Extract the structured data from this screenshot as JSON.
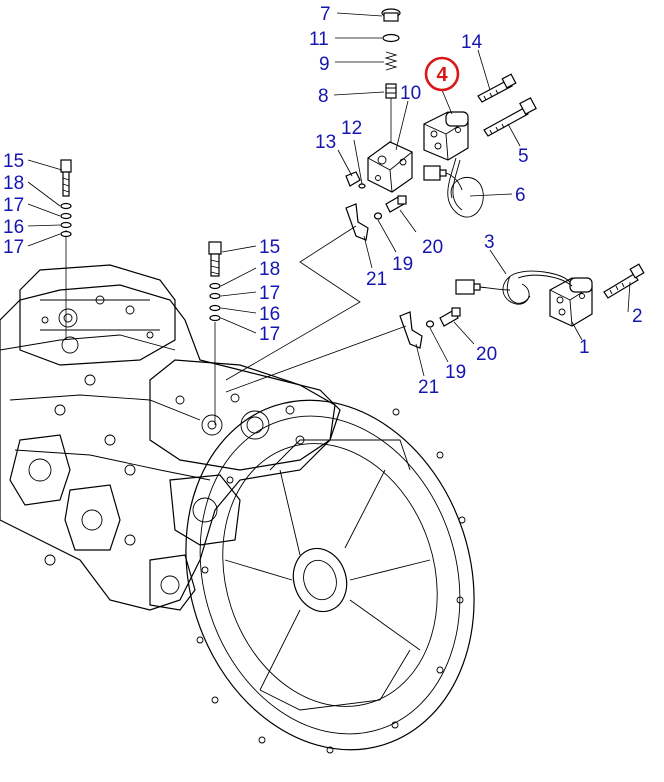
{
  "title": "Hydraulic pump parts diagram",
  "highlight_color": "#d81818",
  "label_color": "#1515b0",
  "highlighted_part": "4",
  "labels": {
    "p7": "7",
    "p11": "11",
    "p9": "9",
    "p8": "8",
    "p10": "10",
    "p14": "14",
    "p5": "5",
    "p6": "6",
    "p13": "13",
    "p12": "12",
    "p20a": "20",
    "p19a": "19",
    "p21a": "21",
    "p15a": "15",
    "p18a": "18",
    "p17a": "17",
    "p16a": "16",
    "p17b": "17",
    "p15b": "15",
    "p18b": "18",
    "p17c": "17",
    "p16b": "16",
    "p17d": "17",
    "p3": "3",
    "p2": "2",
    "p1": "1",
    "p20b": "20",
    "p19b": "19",
    "p21b": "21"
  }
}
